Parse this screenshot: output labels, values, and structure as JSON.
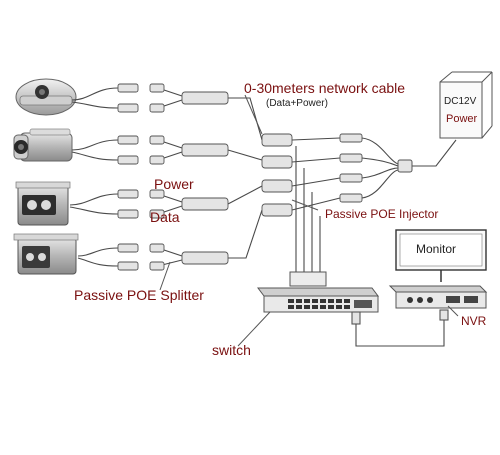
{
  "labels": {
    "network_cable": "0-30meters network cable",
    "data_power": "(Data+Power)",
    "dc12v": "DC12V",
    "power_supply": "Power",
    "power": "Power",
    "data": "Data",
    "injector": "Passive POE Injector",
    "splitter": "Passive POE Splitter",
    "monitor": "Monitor",
    "nvr": "NVR",
    "switch": "switch"
  },
  "colors": {
    "label_red": "#7a1010",
    "line": "#4a4a4a",
    "device_grey": "#8c8c8c"
  },
  "cameras": [
    {
      "type": "dome"
    },
    {
      "type": "bullet"
    },
    {
      "type": "box"
    },
    {
      "type": "bullet-large"
    }
  ],
  "icons": [
    "dome-camera-icon",
    "bullet-camera-icon",
    "box-camera-icon",
    "bullet-camera-icon",
    "power-adapter-icon",
    "monitor-icon",
    "nvr-icon",
    "switch-icon"
  ]
}
